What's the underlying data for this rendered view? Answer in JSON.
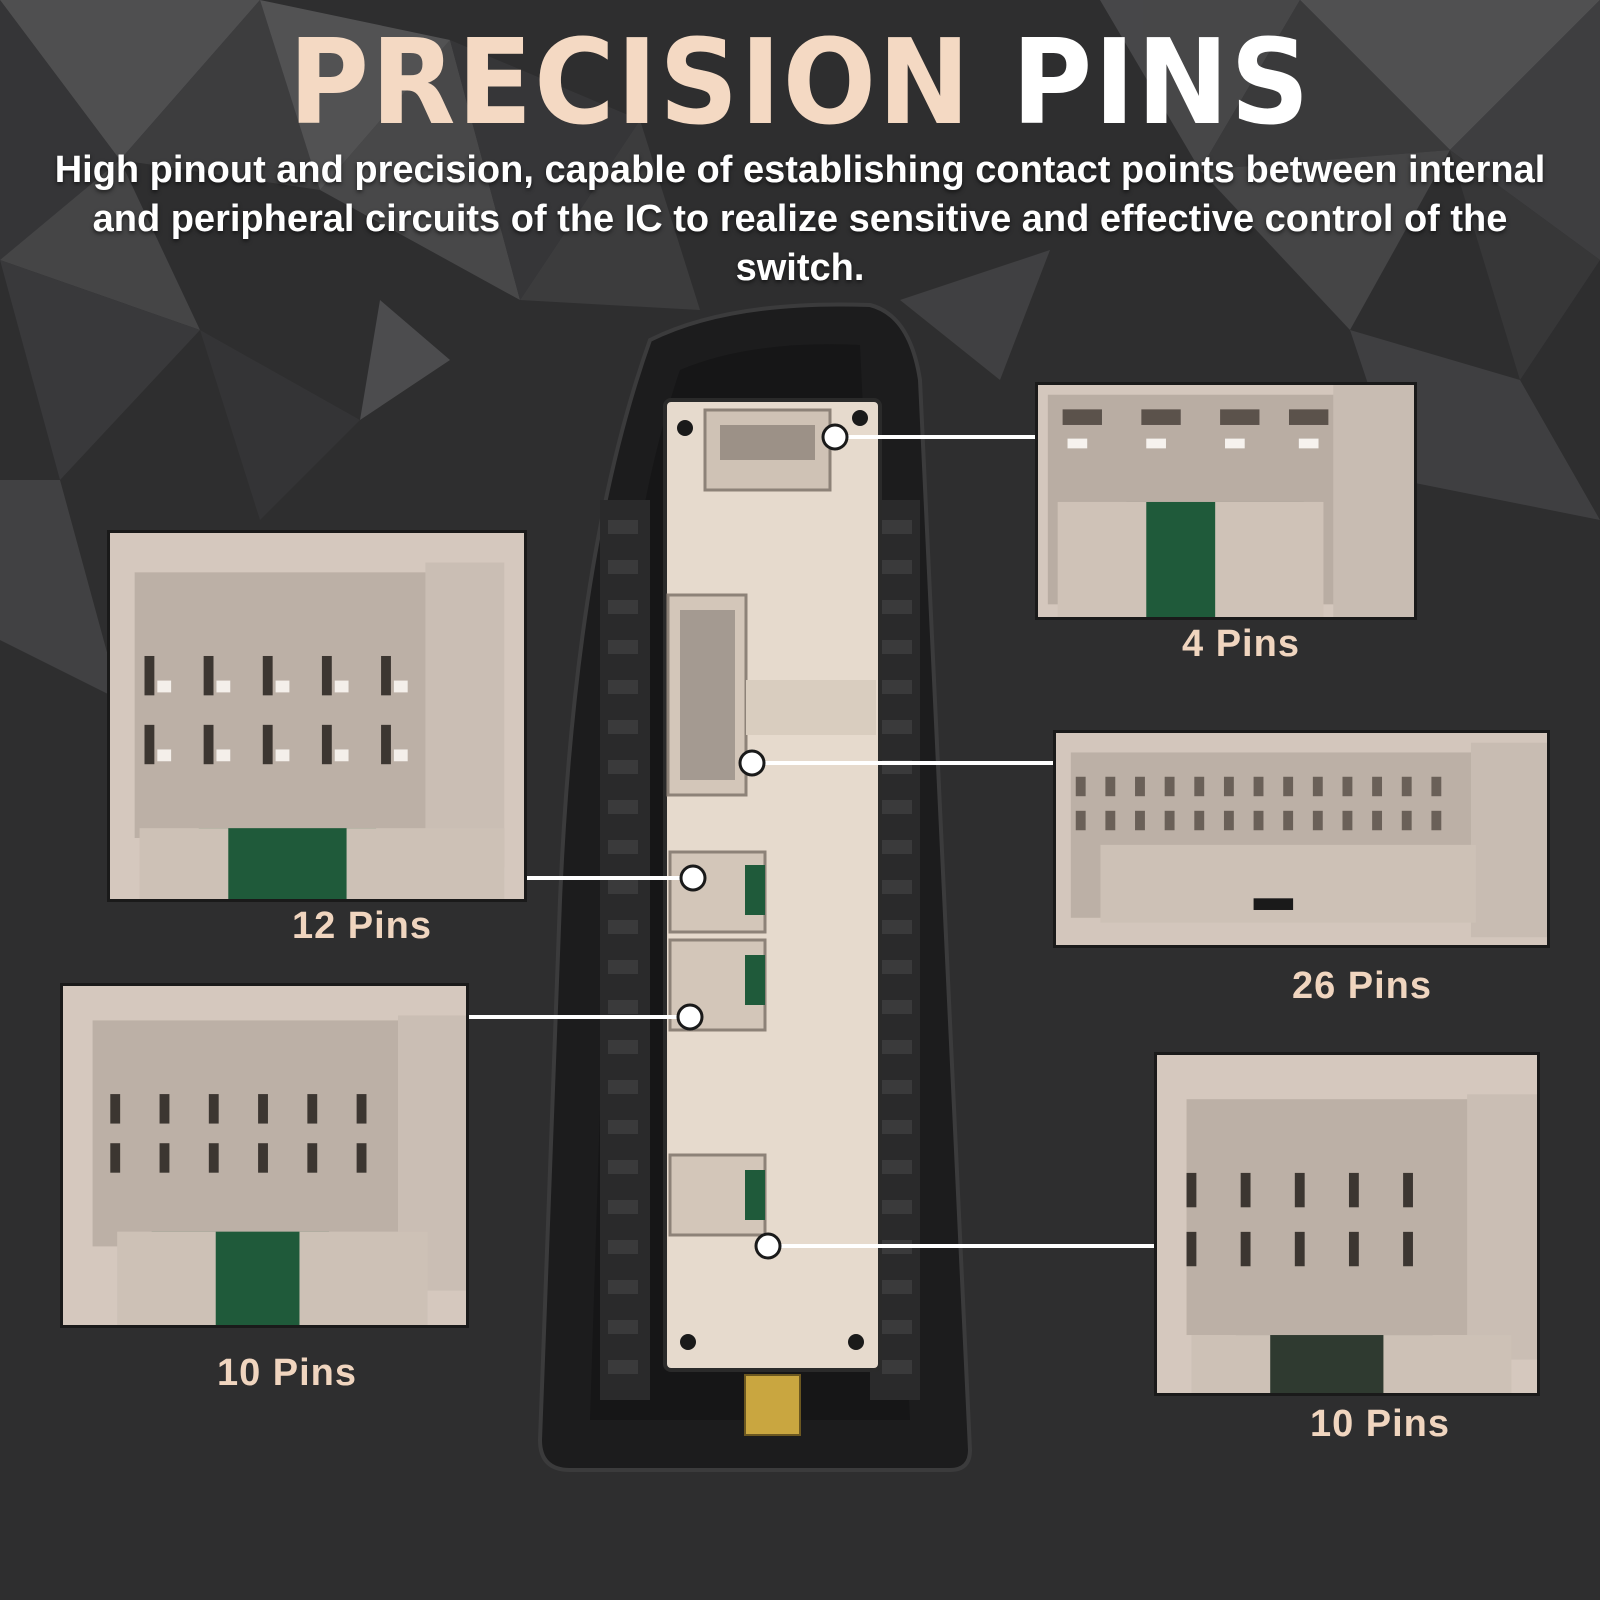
{
  "title": {
    "word1": "PRECISION",
    "word2": "PINS"
  },
  "subtitle": "High pinout and precision, capable of establishing contact points between internal and peripheral circuits of the IC to realize sensitive and effective control of the switch.",
  "connectors": [
    {
      "id": "connector-4",
      "label": "4 Pins"
    },
    {
      "id": "connector-12",
      "label": "12 Pins"
    },
    {
      "id": "connector-26",
      "label": "26 Pins"
    },
    {
      "id": "connector-10a",
      "label": "10 Pins"
    },
    {
      "id": "connector-10b",
      "label": "10 Pins"
    }
  ],
  "colors": {
    "background": "#2e2e2f",
    "title_accent": "#f4d9c3",
    "title_white": "#ffffff",
    "label_color": "#f0d5bf",
    "connector_plastic": "#d8cbc2",
    "pcb_green": "#1f5a3a"
  }
}
